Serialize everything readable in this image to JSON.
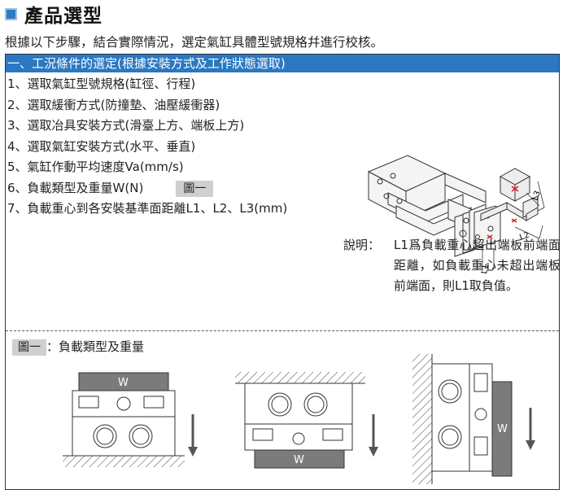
{
  "header": {
    "title": "產品選型"
  },
  "intro": "根據以下步驟，結合實際情況，選定氣缸具體型號規格幷進行校核。",
  "section": {
    "heading": "一、工況條件的選定(根據安裝方式及工作狀態選取)",
    "steps": [
      "1、選取氣缸型號規格(缸徑、行程)",
      "2、選取緩衝方式(防撞墊、油壓緩衝器)",
      "3、選取冶具安裝方式(滑臺上方、端板上方)",
      "4、選取氣缸安裝方式(水平、垂直)",
      "5、氣缸作動平均速度Va(mm/s)",
      "6、負載類型及重量W(N)",
      "7、負載重心到各安裝基準面距離L1、L2、L3(mm)"
    ],
    "step6_figure_tag": "圖一"
  },
  "explanation": {
    "label": "說明：",
    "text": "L1爲負載重心超出端板前端面距離，如負載重心未超出端板前端面，則L1取負值。"
  },
  "iso_figure": {
    "labels": [
      "L1",
      "L2",
      "L3"
    ]
  },
  "figure": {
    "tag": "圖一",
    "colon": "：",
    "caption": "負載類型及重量",
    "weight_label": "W"
  },
  "colors": {
    "accent": "#2a78c2",
    "tag_gray": "#cfcfcf",
    "weight_gray": "#7b7b7b",
    "marker_red": "#e0202a"
  }
}
